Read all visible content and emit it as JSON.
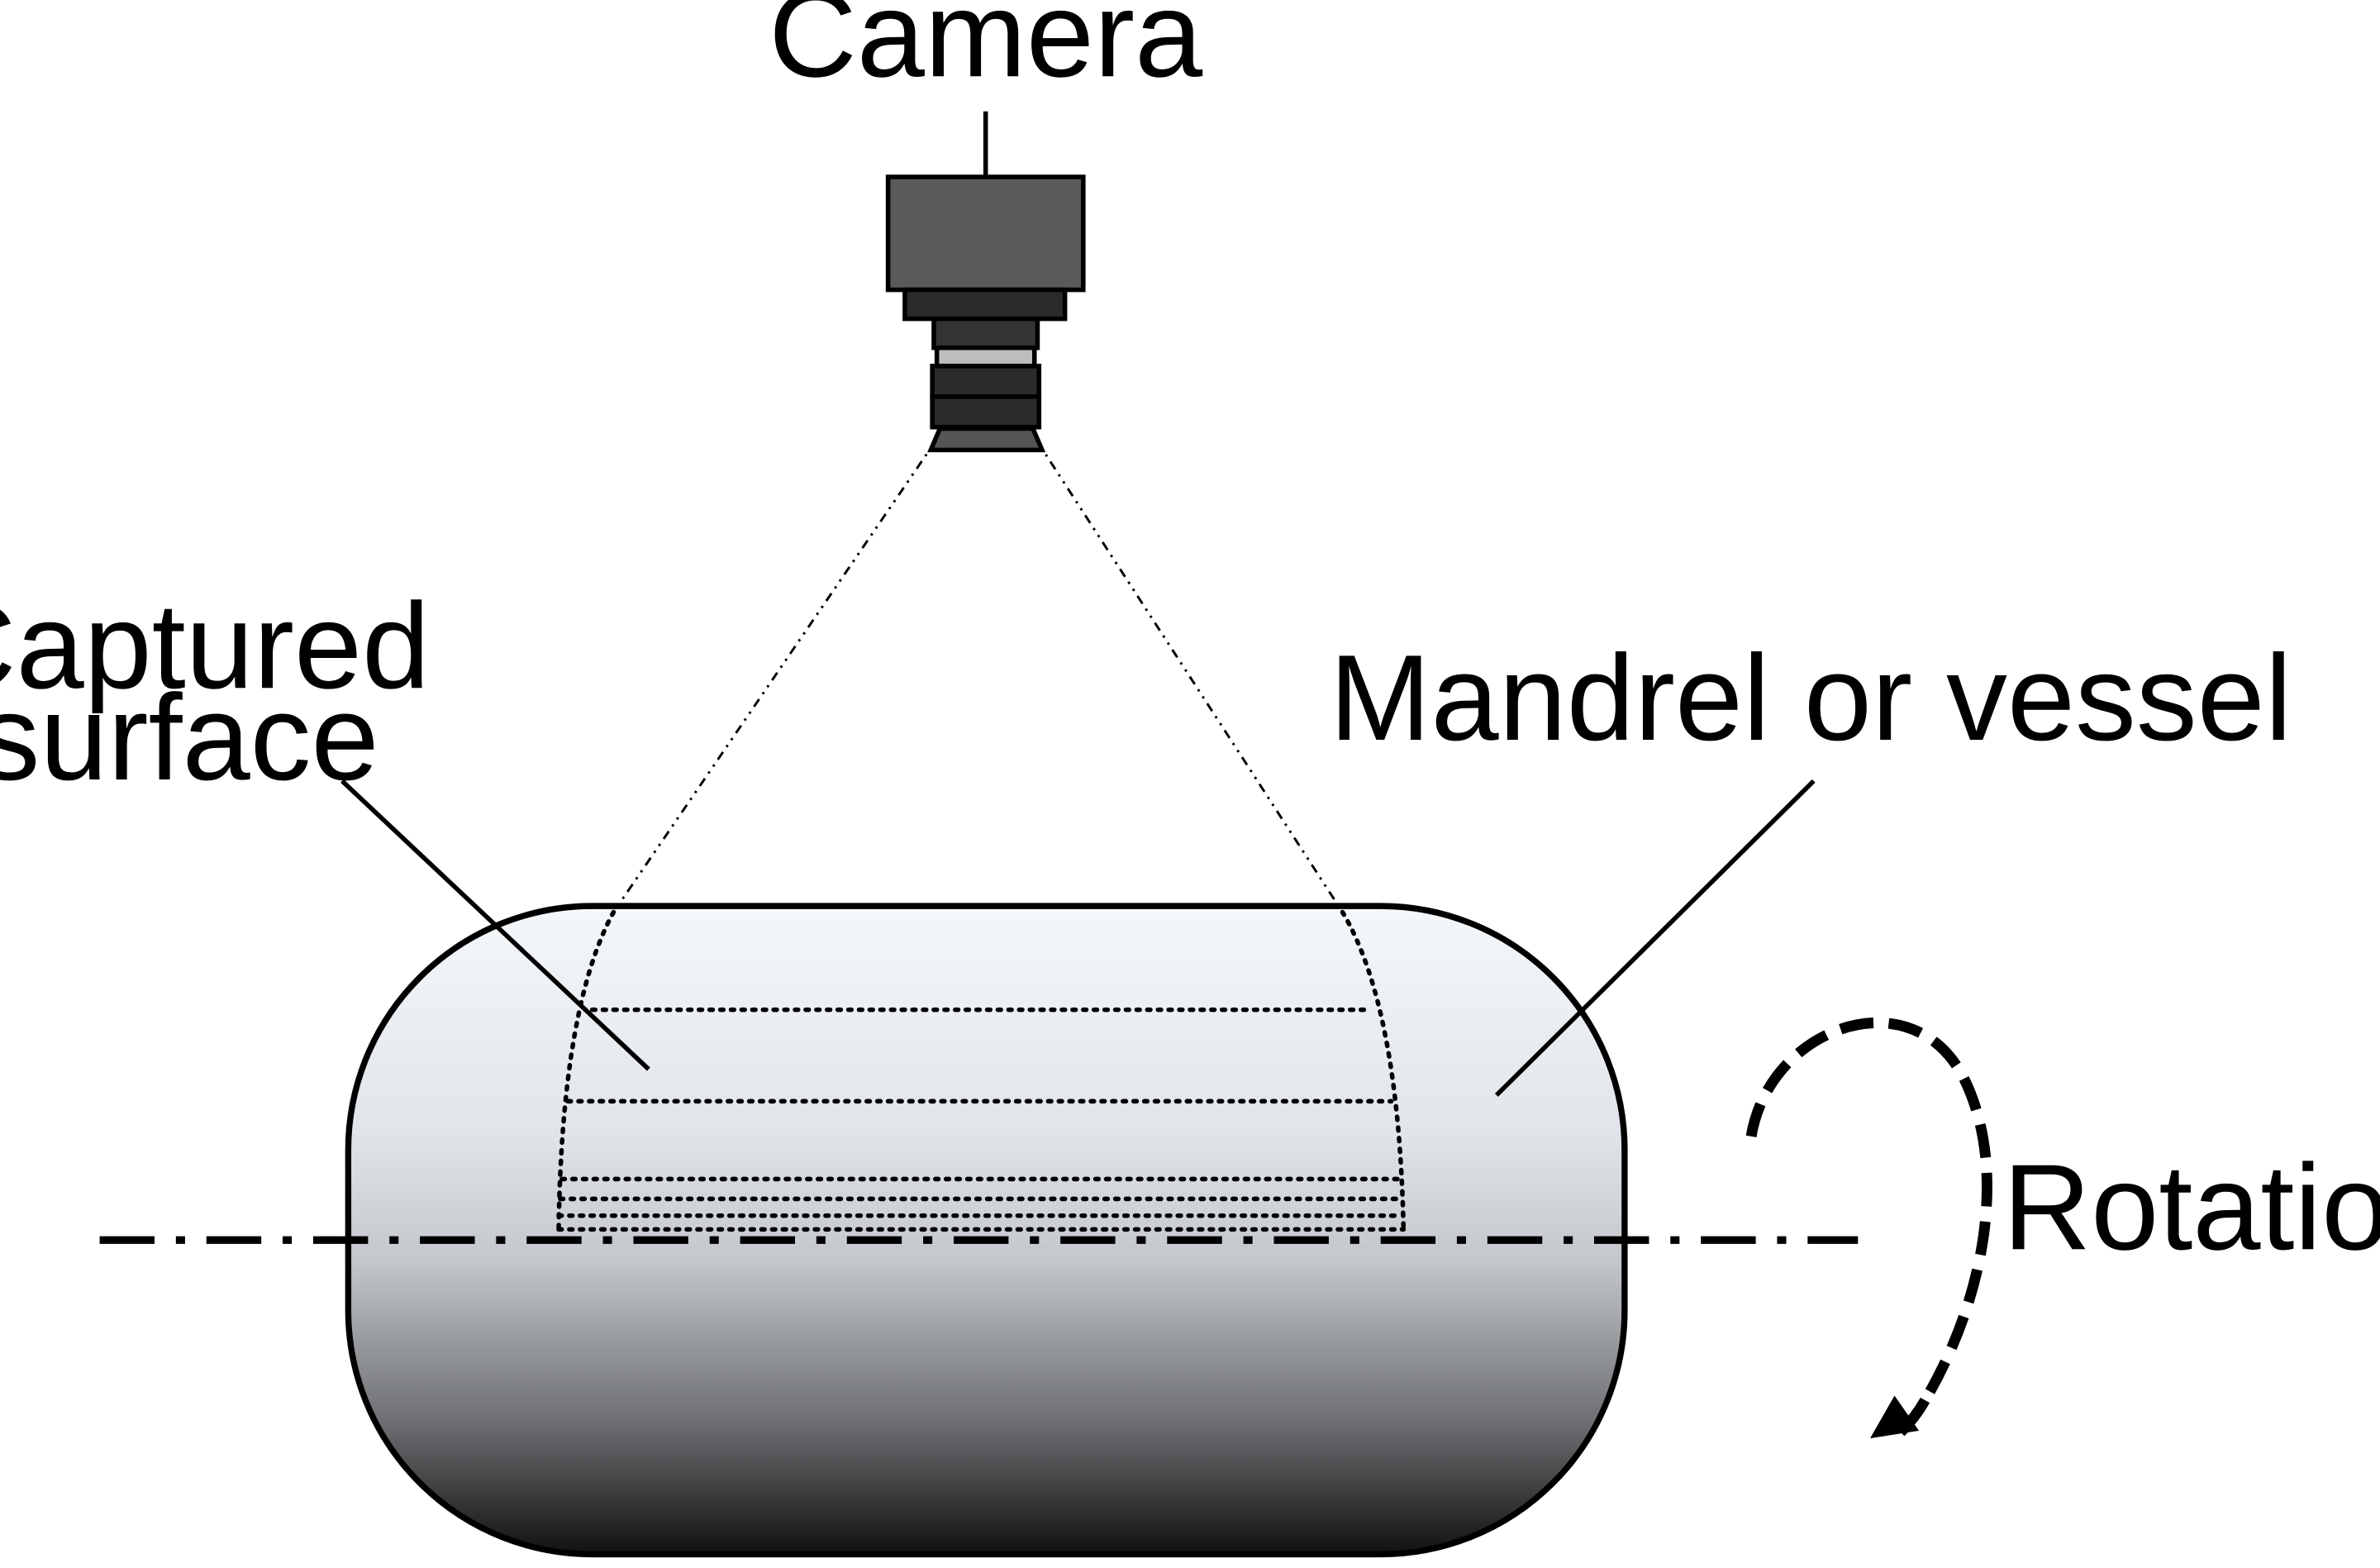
{
  "labels": {
    "camera": "Camera",
    "captured_line1": "Captured",
    "captured_line2": "surface",
    "vessel": "Mandrel or vessel",
    "rotation": "Rotation"
  },
  "colors": {
    "stroke": "#000000",
    "camera_body": "#5a5a5a",
    "camera_ring_dark": "#2b2b2b",
    "camera_ring_light": "#bdbdbd",
    "vessel_top": "#f4f8fb",
    "vessel_mid": "#c9ccd0",
    "vessel_bottom": "#111111"
  }
}
